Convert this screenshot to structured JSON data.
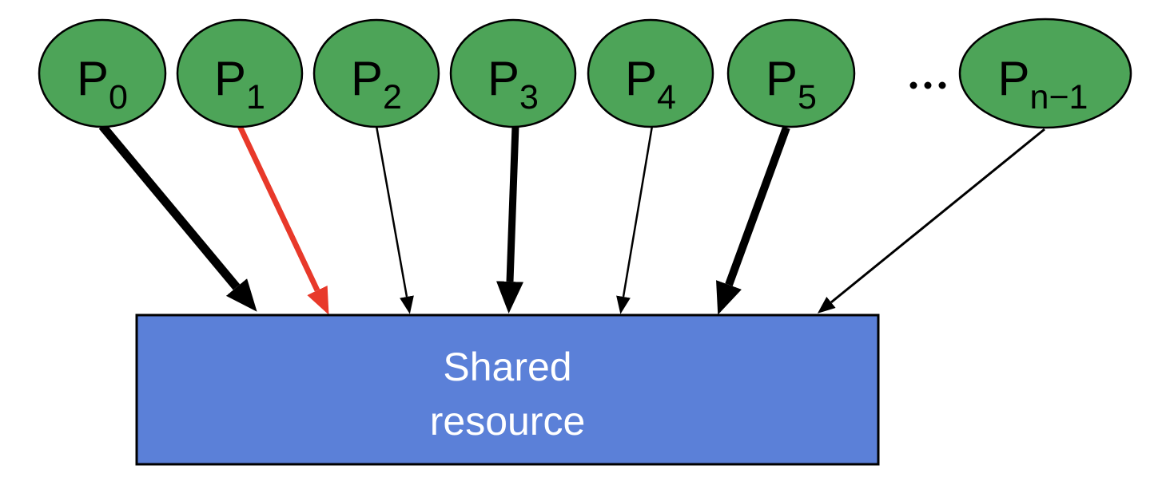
{
  "diagram": {
    "nodes": [
      {
        "label": "P",
        "sub": "0"
      },
      {
        "label": "P",
        "sub": "1"
      },
      {
        "label": "P",
        "sub": "2"
      },
      {
        "label": "P",
        "sub": "3"
      },
      {
        "label": "P",
        "sub": "4"
      },
      {
        "label": "P",
        "sub": "5"
      },
      {
        "label": "P",
        "sub": "n−1"
      }
    ],
    "ellipsis": "...",
    "shared_resource": {
      "line1": "Shared",
      "line2": "resource"
    },
    "arrows": [
      {
        "from": "P0",
        "to": "Shared resource",
        "weight": "thick",
        "color": "black"
      },
      {
        "from": "P1",
        "to": "Shared resource",
        "weight": "medium",
        "color": "red"
      },
      {
        "from": "P2",
        "to": "Shared resource",
        "weight": "thin",
        "color": "black"
      },
      {
        "from": "P3",
        "to": "Shared resource",
        "weight": "thick",
        "color": "black"
      },
      {
        "from": "P4",
        "to": "Shared resource",
        "weight": "thin",
        "color": "black"
      },
      {
        "from": "P5",
        "to": "Shared resource",
        "weight": "thick",
        "color": "black"
      },
      {
        "from": "Pn-1",
        "to": "Shared resource",
        "weight": "thin",
        "color": "black"
      }
    ],
    "colors": {
      "node_fill": "#4da458",
      "resource_fill": "#5b80d8",
      "arrow_red": "#e8392a",
      "arrow_black": "#000000",
      "outline": "#000000",
      "resource_text": "#ffffff",
      "node_text": "#000000",
      "canvas_bg": "#ffffff"
    }
  }
}
